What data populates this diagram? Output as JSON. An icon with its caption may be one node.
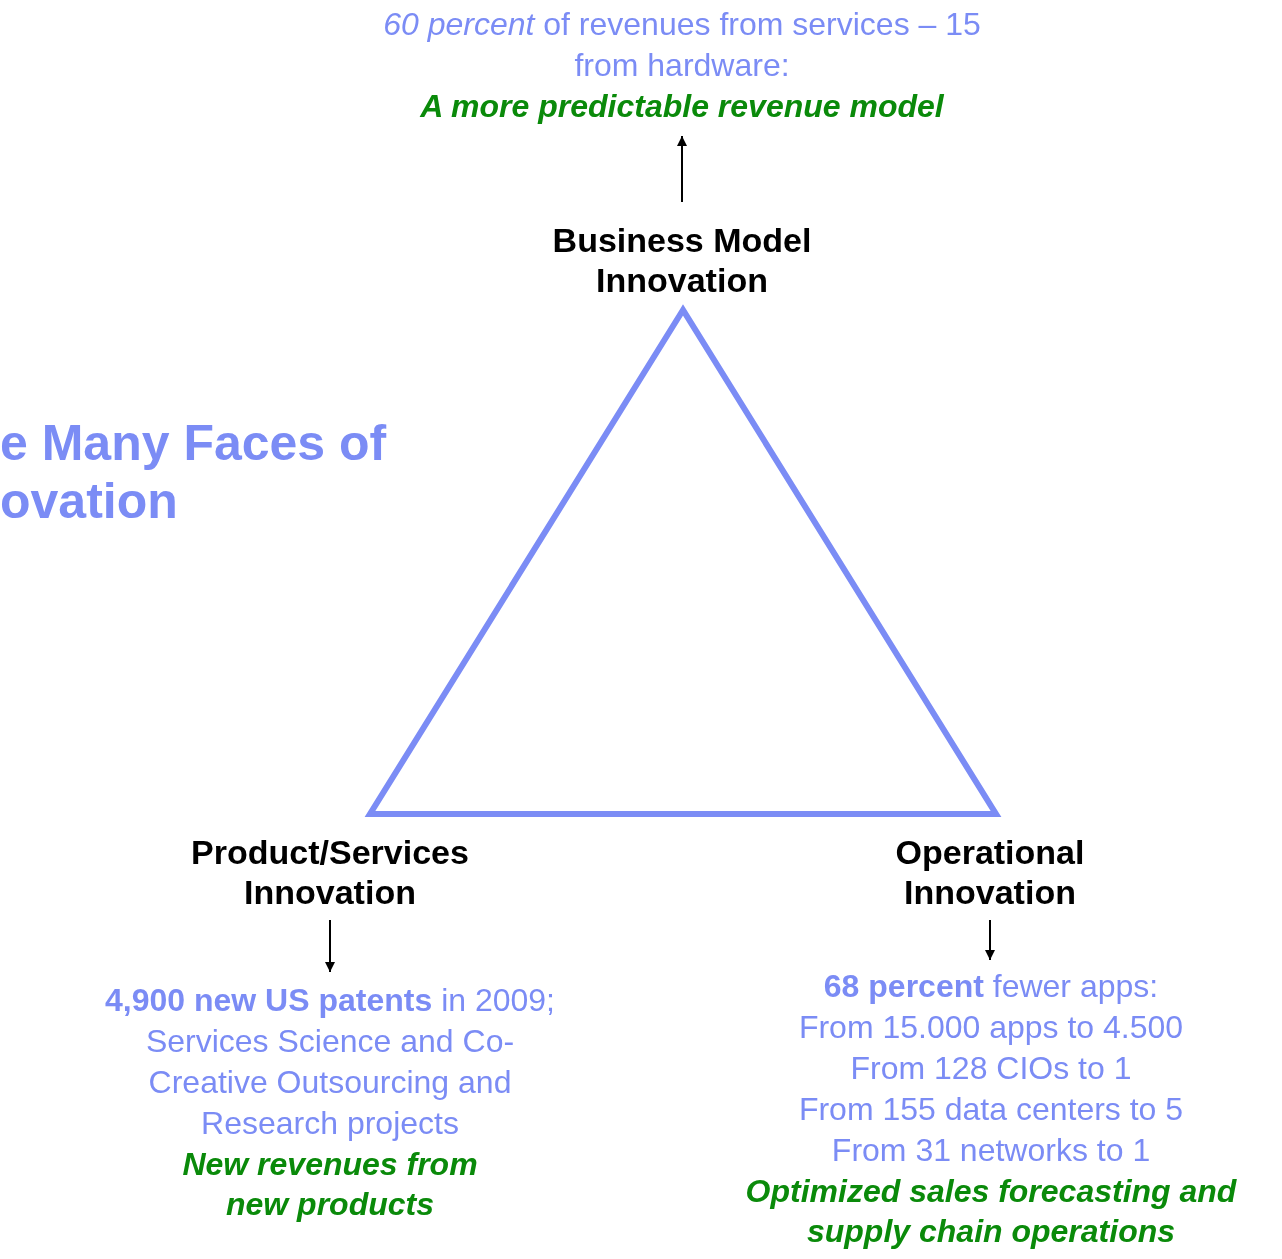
{
  "diagram": {
    "title": "e Many Faces of ovation",
    "nodes": [
      {
        "text": [
          "*60 percent* of revenues from services – 15 from hardware:",
          "A more predictable revenue model"
        ]
      },
      {
        "text": [
          "Business Model Innovation"
        ]
      },
      {
        "text": [
          "Product/Services Innovation"
        ]
      },
      {
        "text": [
          "Operational Innovation"
        ]
      },
      {
        "text": [
          "**4,900 new US patents** in 2009;",
          "Services Science and Co-Creative Outsourcing and Research projects",
          "New revenues from new products"
        ]
      },
      {
        "text": [
          "**68 percent** fewer apps:",
          "From 15.000 apps to 4.500",
          "From 128 CIOs to 1",
          "From 155 data centers to 5",
          "From 31 networks to 1",
          "Optimized sales forecasting and supply chain operations"
        ]
      }
    ],
    "edges": [
      {
        "from": 1,
        "to": 0,
        "arrow": "to"
      },
      {
        "from": 2,
        "to": 4,
        "arrow": "to"
      },
      {
        "from": 3,
        "to": 5,
        "arrow": "to"
      }
    ]
  }
}
